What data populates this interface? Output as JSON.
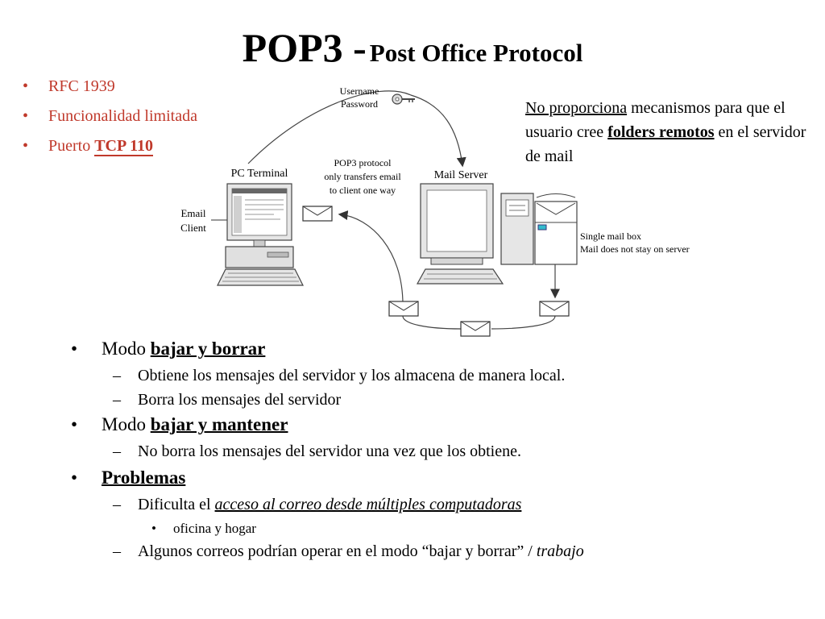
{
  "title": {
    "main": "POP3 -",
    "sub": "Post Office Protocol"
  },
  "top_bullets": [
    {
      "text": "RFC 1939"
    },
    {
      "text": "Funcionalidad limitada"
    },
    {
      "prefix": "Puerto",
      "emphasis": "TCP 110"
    }
  ],
  "note": {
    "underlined": "No proporciona",
    "part1": "mecanismos para que el usuario cree",
    "bold": "folders remotos",
    "part2": "en el servidor de mail"
  },
  "diagram": {
    "credentials_line1": "Username",
    "credentials_line2": "Password",
    "pc_label": "PC Terminal",
    "server_label": "Mail Server",
    "client_line1": "Email",
    "client_line2": "Client",
    "protocol_line1": "POP3 protocol",
    "protocol_line2": "only transfers email",
    "protocol_line3": "to client one way",
    "mailbox_line1": "Single mail box",
    "mailbox_line2": "Mail does not stay on server"
  },
  "bullets": {
    "mode1_prefix": "Modo",
    "mode1_bold": "bajar y borrar",
    "mode1_sub1": "Obtiene los mensajes del servidor y los almacena de manera local.",
    "mode1_sub2": "Borra los mensajes del servidor",
    "mode2_prefix": "Modo",
    "mode2_bold": "bajar y mantener",
    "mode2_sub1": "No borra los mensajes del servidor una vez que los obtiene.",
    "problems": "Problemas",
    "prob_sub1_prefix": "Dificulta el",
    "prob_sub1_emph": "acceso al correo desde múltiples computadoras",
    "prob_sub1_sub": "oficina y hogar",
    "prob_sub2_prefix": "Algunos correos podrían operar en el modo “bajar y borrar” /",
    "prob_sub2_emph": "trabajo"
  }
}
